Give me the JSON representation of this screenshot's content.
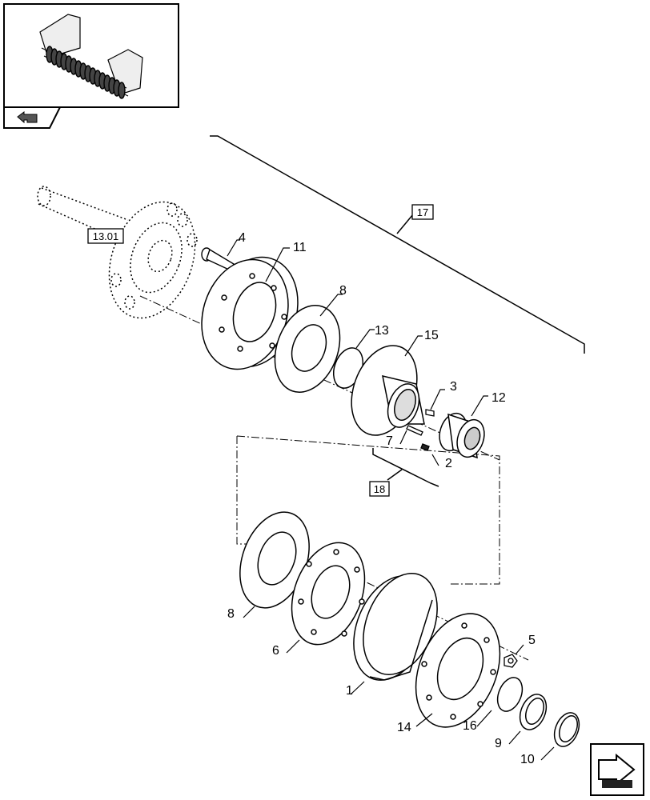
{
  "diagram": {
    "callouts": [
      {
        "id": "c1",
        "label": "1"
      },
      {
        "id": "c2",
        "label": "2"
      },
      {
        "id": "c3",
        "label": "3"
      },
      {
        "id": "c4",
        "label": "4"
      },
      {
        "id": "c5",
        "label": "5"
      },
      {
        "id": "c6",
        "label": "6"
      },
      {
        "id": "c7",
        "label": "7"
      },
      {
        "id": "c8a",
        "label": "8"
      },
      {
        "id": "c8b",
        "label": "8"
      },
      {
        "id": "c9",
        "label": "9"
      },
      {
        "id": "c10",
        "label": "10"
      },
      {
        "id": "c11",
        "label": "11"
      },
      {
        "id": "c12",
        "label": "12"
      },
      {
        "id": "c13",
        "label": "13"
      },
      {
        "id": "c14",
        "label": "14"
      },
      {
        "id": "c15",
        "label": "15"
      },
      {
        "id": "c16",
        "label": "16"
      }
    ],
    "ref_boxes": [
      {
        "id": "r17",
        "label": "17"
      },
      {
        "id": "r18",
        "label": "18"
      },
      {
        "id": "r1301",
        "label": "13.01"
      }
    ]
  },
  "icons": {
    "thumbnail": "machine-thumbnail-icon",
    "back": "back-arrow-icon",
    "next": "next-page-arrow-icon"
  }
}
